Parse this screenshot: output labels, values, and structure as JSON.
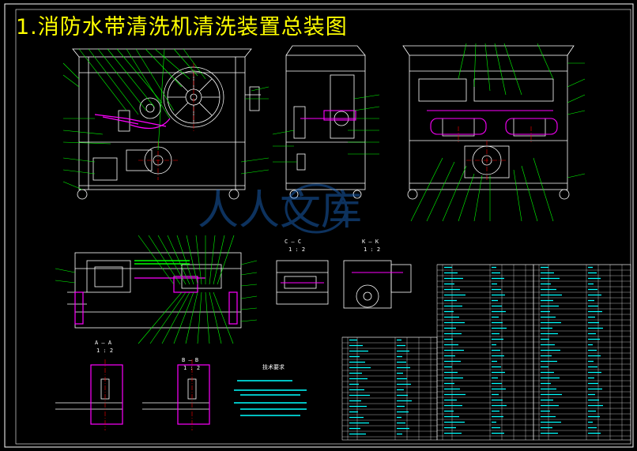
{
  "drawing": {
    "title": "1.消防水带清洗机清洗装置总装图",
    "views": {
      "section_aa": "A – A",
      "section_bb": "B – B",
      "section_cc": "C – C",
      "section_kk": "K – K",
      "scale_12": "1 : 2",
      "scale_12b": "1 : 2",
      "scale_12c": "1 : 2",
      "scale_12d": "1 : 2"
    },
    "notes_title": "技术要求",
    "watermark_text": "人人文库",
    "colors": {
      "background": "#000000",
      "outline": "#ffffff",
      "leader": "#00ff00",
      "highlight": "#ff00ff",
      "centerline": "#ff0000",
      "title": "#ffff00",
      "table_text": "#00ffff"
    }
  }
}
